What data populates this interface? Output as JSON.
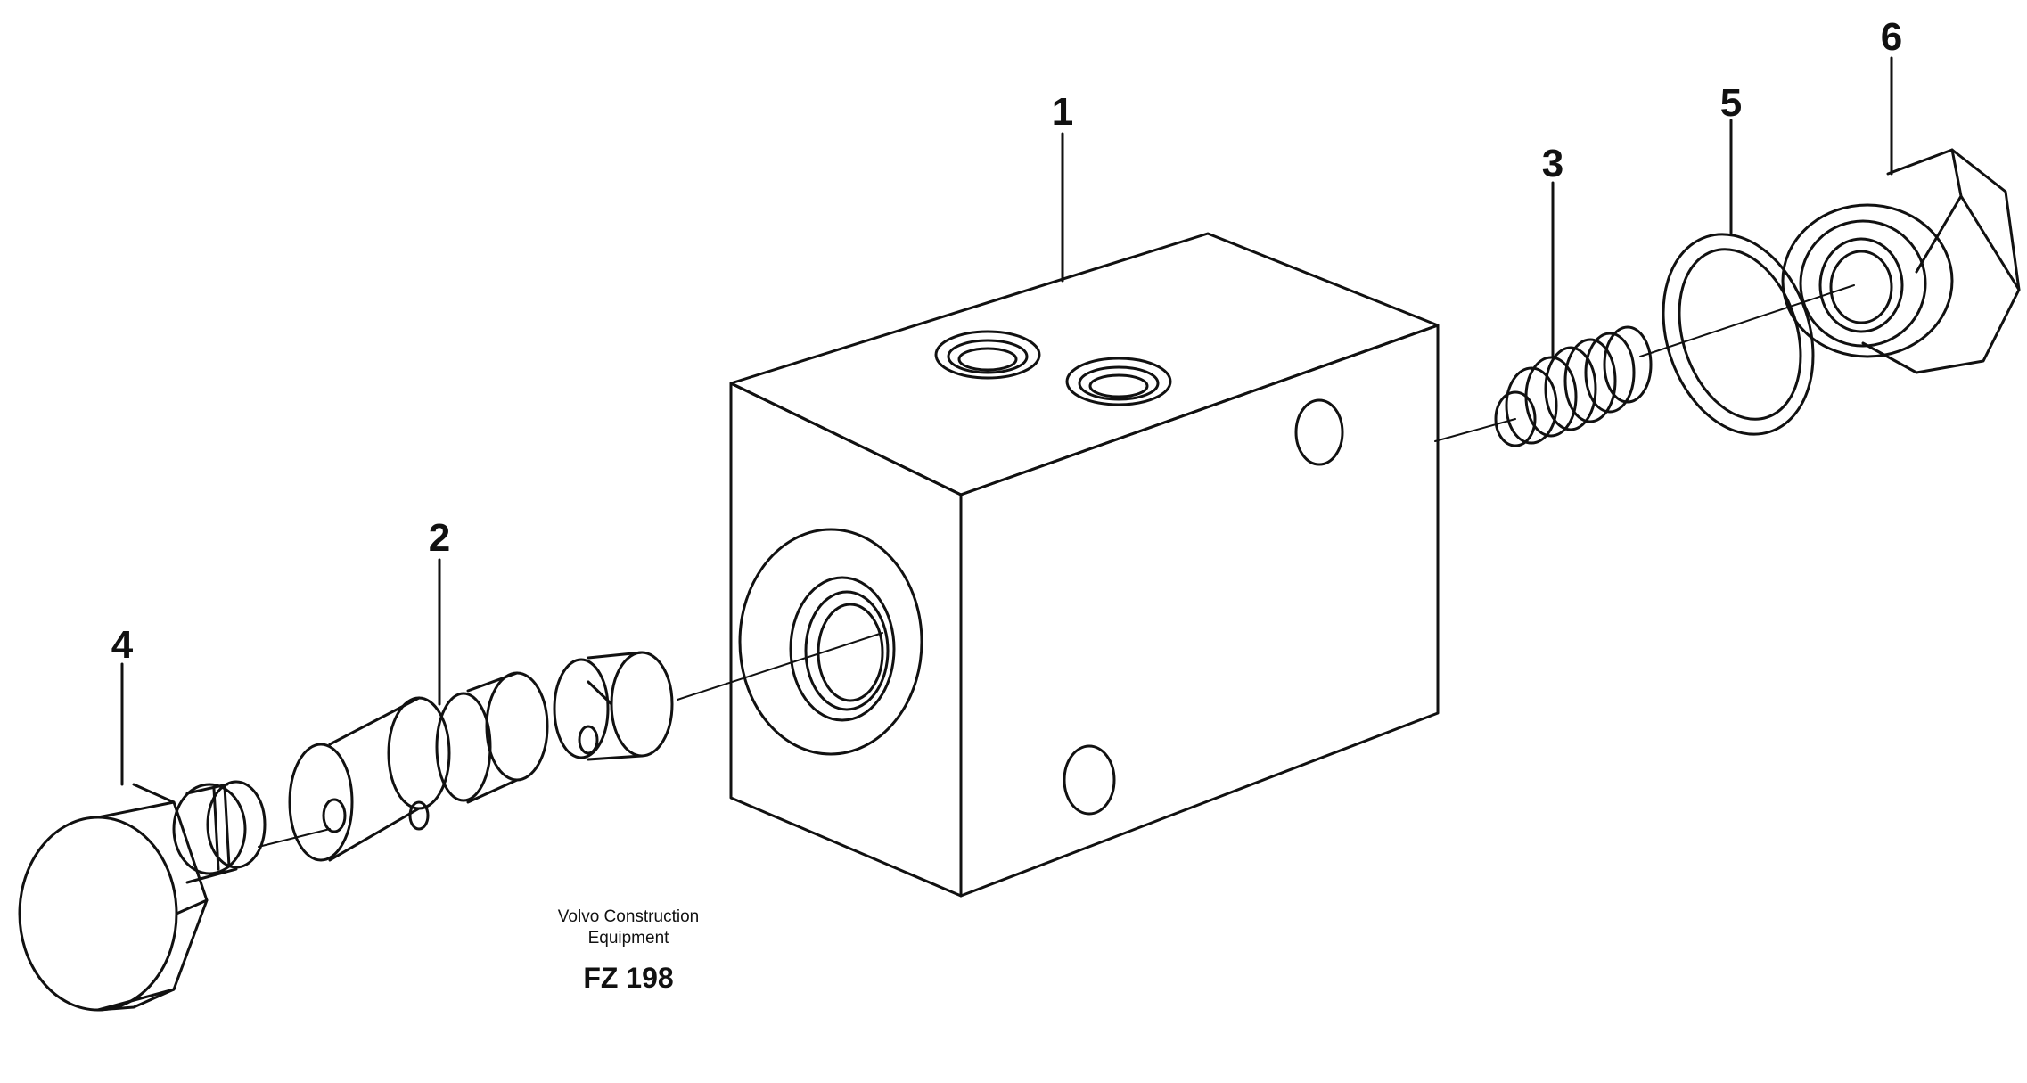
{
  "diagram": {
    "callouts": [
      {
        "id": "1",
        "label": "1"
      },
      {
        "id": "2",
        "label": "2"
      },
      {
        "id": "3",
        "label": "3"
      },
      {
        "id": "4",
        "label": "4"
      },
      {
        "id": "5",
        "label": "5"
      },
      {
        "id": "6",
        "label": "6"
      }
    ],
    "credit_line_1": "Volvo Construction",
    "credit_line_2": "Equipment",
    "figure_code": "FZ 198"
  },
  "colors": {
    "line": "#111111",
    "background": "#ffffff"
  }
}
